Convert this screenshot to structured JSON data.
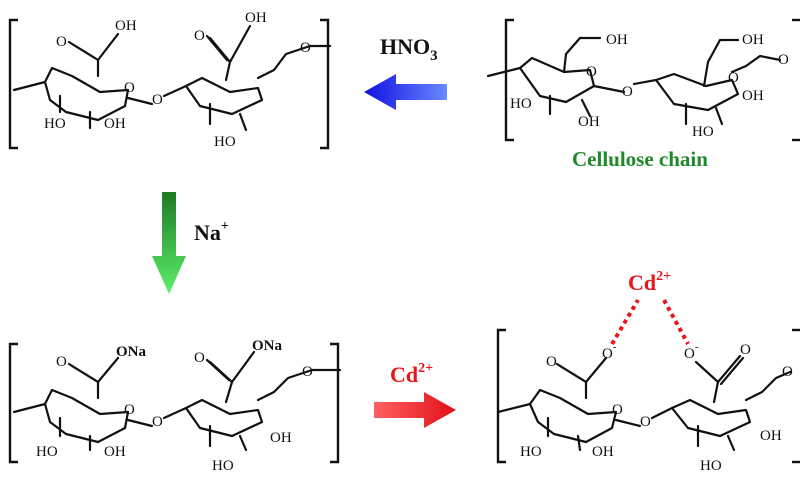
{
  "structures": {
    "oxidized_acid": {
      "groups": [
        "O",
        "OH",
        "O",
        "OH",
        "O",
        "O",
        "O",
        "HO",
        "OH",
        "HO"
      ]
    },
    "cellulose": {
      "groups": [
        "OH",
        "OH",
        "O",
        "O",
        "O",
        "O",
        "HO",
        "OH",
        "OH",
        "HO"
      ],
      "caption": "Cellulose chain"
    },
    "sodium_salt": {
      "groups": [
        "O",
        "ONa",
        "O",
        "ONa",
        "O",
        "O",
        "O",
        "HO",
        "OH",
        "HO",
        "OH"
      ]
    },
    "cadmium_complex": {
      "groups": [
        "O",
        "O",
        "O",
        "O",
        "O",
        "O",
        "O",
        "HO",
        "OH",
        "HO",
        "OH"
      ],
      "charge_mark": "-",
      "ion": "Cd",
      "ion_charge": "2+"
    }
  },
  "reactions": [
    {
      "reagent": "HNO",
      "sub": "3",
      "color": "#1a22e6"
    },
    {
      "reagent": "Na",
      "sup": "+",
      "color": "#27c23a"
    },
    {
      "reagent": "Cd",
      "sup": "2+",
      "color": "#e8151b"
    }
  ]
}
